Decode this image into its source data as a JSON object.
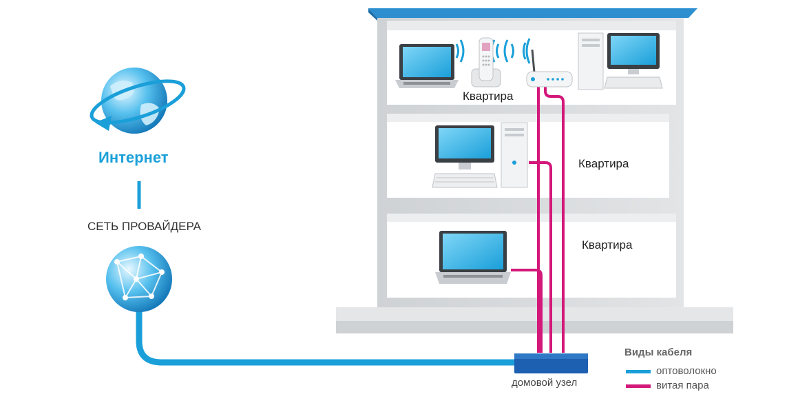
{
  "labels": {
    "internet": "Интернет",
    "provider_network": "СЕТЬ ПРОВАЙДЕРА",
    "apartments": [
      "Квартира",
      "Квартира",
      "Квартира"
    ],
    "home_node": "домовой узел"
  },
  "legend": {
    "title": "Виды кабеля",
    "items": [
      {
        "label": "оптоволокно",
        "color": "#1a9fd9"
      },
      {
        "label": "витая пара",
        "color": "#d3187a"
      }
    ]
  },
  "colors": {
    "fiber": "#1a9fd9",
    "twisted_pair": "#d3187a",
    "roof": "#2e8fd0",
    "building": "#d6d8da",
    "node_box": "#1d5fb0"
  },
  "icons": [
    "globe-internet-icon",
    "globe-network-icon",
    "laptop-icon",
    "cordless-phone-icon",
    "wifi-router-icon",
    "desktop-computer-icon"
  ]
}
